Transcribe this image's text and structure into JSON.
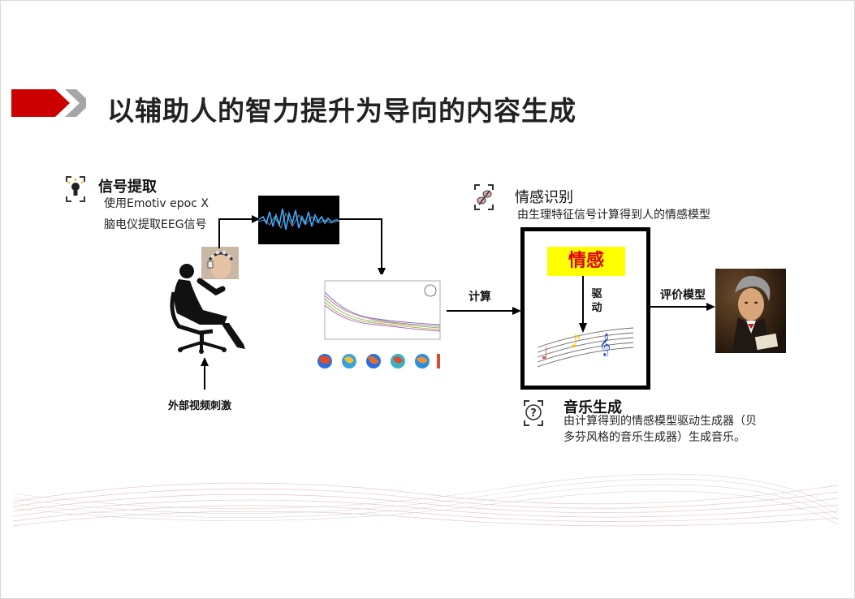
{
  "title": "以辅助人的智力提升为导向的内容生成",
  "signal": {
    "title": "信号提取",
    "desc_lines": [
      "使用Emotiv epoc X",
      "脑电仪提取EEG信号"
    ]
  },
  "stimulus_label": "外部视频刺激",
  "compute_label": "计算",
  "emotion_recognition": {
    "title": "情感识别",
    "desc": "由生理特征信号计算得到人的情感模型"
  },
  "emotion_box_label": "情感",
  "drive_label": "驱动",
  "evaluate_label": "评价模型",
  "music": {
    "title": "音乐生成",
    "desc_lines": [
      "由计算得到的情感模型驱动生成器（贝",
      "多芬风格的音乐生成器）生成音乐。"
    ]
  },
  "colors": {
    "accent_red": "#cc0000",
    "accent_gray": "#a6a6a6",
    "emotion_yellow": "#ffff00",
    "emotion_text": "#e00000"
  },
  "icons": [
    "lightbulb-icon",
    "butterfly-icon",
    "question-icon"
  ]
}
